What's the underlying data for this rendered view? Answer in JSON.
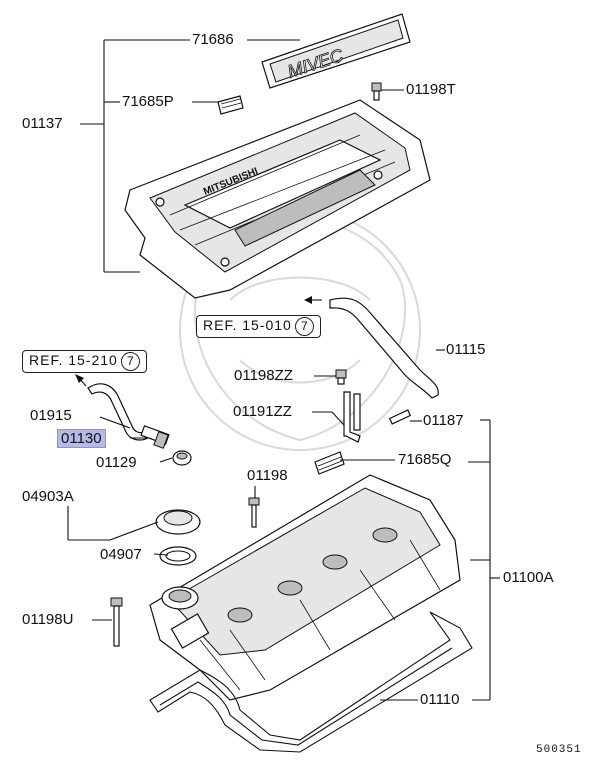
{
  "labels": {
    "p71686": "71686",
    "p01198T": "01198T",
    "p71685P": "71685P",
    "p01137": "01137",
    "ref1": "REF. 15-010",
    "ref1_num": "7",
    "p01115": "01115",
    "ref2": "REF. 15-210",
    "ref2_num": "7",
    "p01198ZZ": "01198ZZ",
    "p01915": "01915",
    "p01191ZZ": "01191ZZ",
    "p01187": "01187",
    "p01130": "01130",
    "p71685Q": "71685Q",
    "p01129": "01129",
    "p01198": "01198",
    "p04903A": "04903A",
    "p04907": "04907",
    "p01100A": "01100A",
    "p01198U": "01198U",
    "p01110": "01110"
  },
  "figure_number": "500351",
  "cover_text": {
    "mivec": "MIVEC",
    "brand": "MITSUBISHI"
  },
  "highlight_color": "#b7b9e8"
}
